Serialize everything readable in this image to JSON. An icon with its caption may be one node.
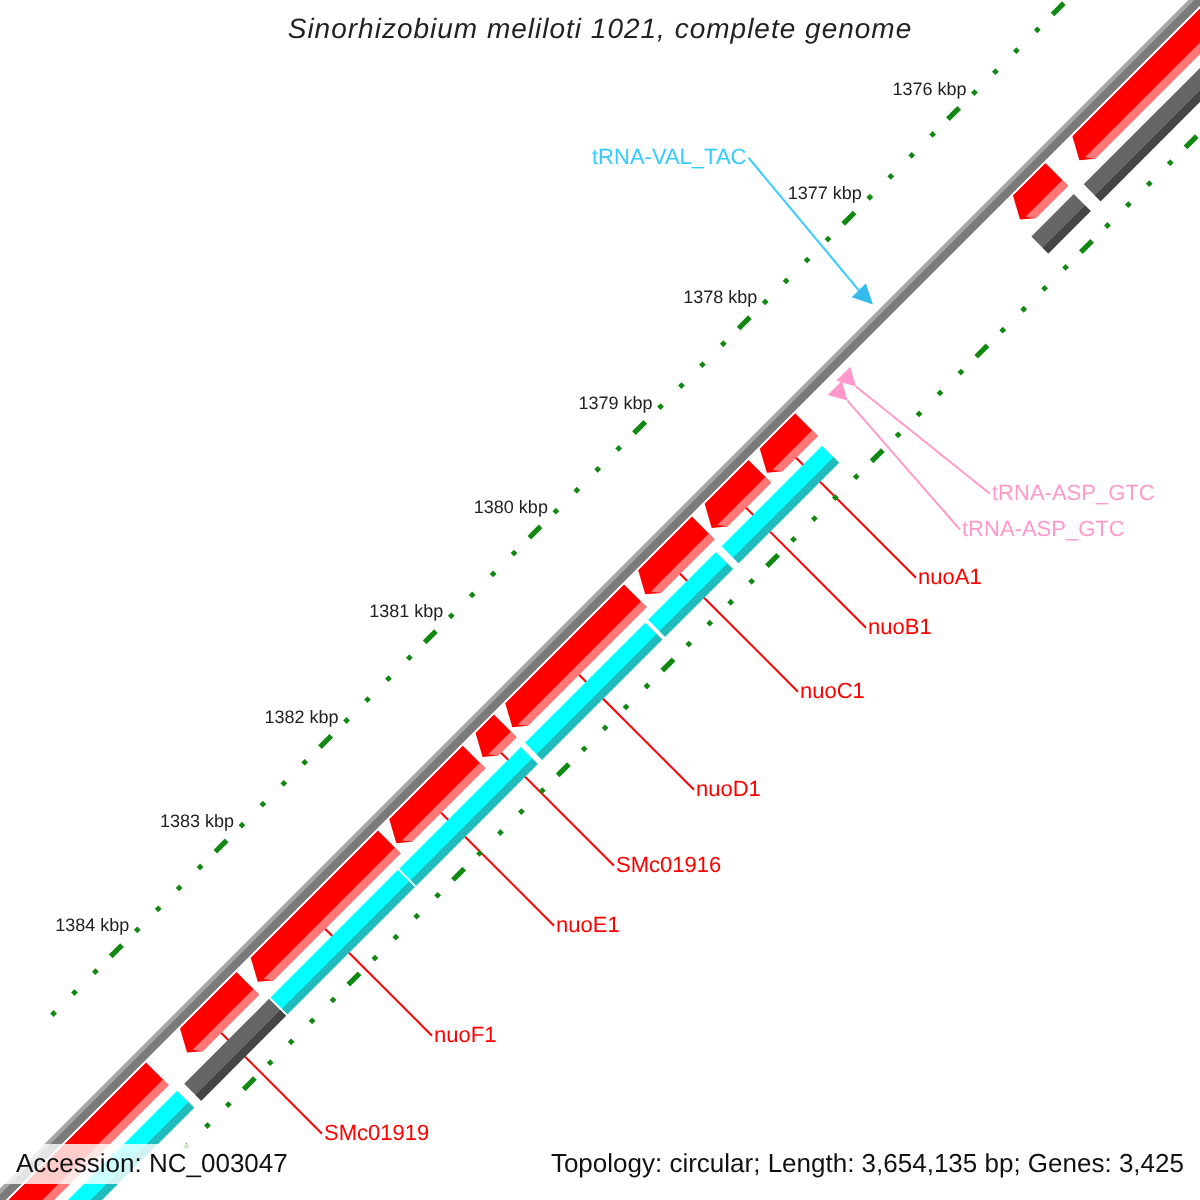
{
  "diagram": {
    "title": "Sinorhizobium meliloti 1021, complete genome",
    "nodes": [
      {
        "text": [
          "tRNA-VAL_TAC"
        ]
      },
      {
        "text": [
          "tRNA-ASP_GTC"
        ]
      },
      {
        "text": [
          "tRNA-ASP_GTC"
        ]
      },
      {
        "text": [
          "nuoA1"
        ]
      },
      {
        "text": [
          "nuoB1"
        ]
      },
      {
        "text": [
          "nuoC1"
        ]
      },
      {
        "text": [
          "nuoD1"
        ]
      },
      {
        "text": [
          "SMc01916"
        ]
      },
      {
        "text": [
          "nuoE1"
        ]
      },
      {
        "text": [
          "nuoF1"
        ]
      },
      {
        "text": [
          "SMc01919"
        ]
      },
      {
        "text": [],
        "shape": "triangle"
      },
      {
        "text": [],
        "shape": "triangle"
      },
      {
        "text": [],
        "shape": "triangle"
      },
      {
        "text": [],
        "shape": "bar"
      },
      {
        "text": [],
        "shape": "bar"
      },
      {
        "text": [],
        "shape": "bar"
      },
      {
        "text": [],
        "shape": "bar"
      },
      {
        "text": [],
        "shape": "bar"
      },
      {
        "text": [],
        "shape": "bar"
      },
      {
        "text": [],
        "shape": "bar"
      },
      {
        "text": [],
        "shape": "bar"
      },
      {
        "text": [],
        "shape": "bar"
      },
      {
        "text": [],
        "shape": "bar"
      },
      {
        "text": [],
        "shape": "bar"
      }
    ],
    "edges": [
      {
        "from": 0,
        "to": 11,
        "arrow": "none",
        "color": "#33ccff"
      },
      {
        "from": 1,
        "to": 12,
        "arrow": "none",
        "color": "#ff99cc"
      },
      {
        "from": 2,
        "to": 13,
        "arrow": "none",
        "color": "#ff99cc"
      },
      {
        "from": 3,
        "to": 16,
        "arrow": "none"
      },
      {
        "from": 4,
        "to": 17,
        "arrow": "none"
      },
      {
        "from": 5,
        "to": 18,
        "arrow": "none"
      },
      {
        "from": 6,
        "to": 19,
        "arrow": "none"
      },
      {
        "from": 7,
        "to": 20,
        "arrow": "none"
      },
      {
        "from": 8,
        "to": 21,
        "arrow": "none"
      },
      {
        "from": 9,
        "to": 22,
        "arrow": "none"
      },
      {
        "from": 10,
        "to": 23,
        "arrow": "none"
      }
    ],
    "labels": [
      "1376 kbp",
      "1377 kbp",
      "1378 kbp",
      "1379 kbp",
      "1380 kbp",
      "1381 kbp",
      "1382 kbp",
      "1383 kbp",
      "1384 kbp",
      "Accession: NC_003047",
      "Topology: circular; Length: 3,654,135 bp; Genes: 3,425"
    ]
  }
}
